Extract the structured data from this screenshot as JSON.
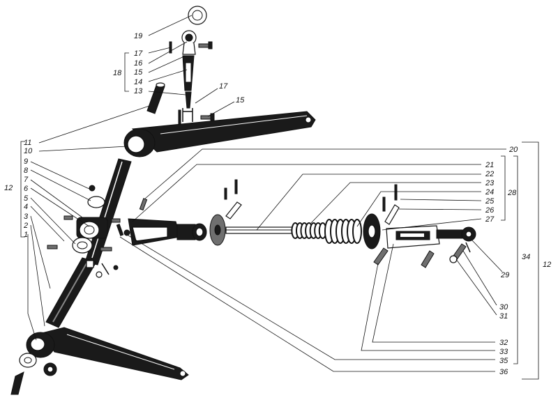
{
  "labels": {
    "l19": "19",
    "l17a": "17",
    "l16": "16",
    "l15a": "15",
    "l14": "14",
    "l13": "13",
    "l18": "18",
    "l17b": "17",
    "l15b": "15",
    "l11": "11",
    "l10": "10",
    "l9": "9",
    "l8": "8",
    "l7": "7",
    "l6": "6",
    "l5": "5",
    "l4": "4",
    "l3": "3",
    "l2": "2",
    "l1": "1",
    "l12a": "12",
    "l20": "20",
    "l21": "21",
    "l22": "22",
    "l23": "23",
    "l24": "24",
    "l25": "25",
    "l26": "26",
    "l27": "27",
    "l28": "28",
    "l29": "29",
    "l30": "30",
    "l31": "31",
    "l32": "32",
    "l33": "33",
    "l34": "34",
    "l35": "35",
    "l36": "36",
    "l12b": "12"
  }
}
